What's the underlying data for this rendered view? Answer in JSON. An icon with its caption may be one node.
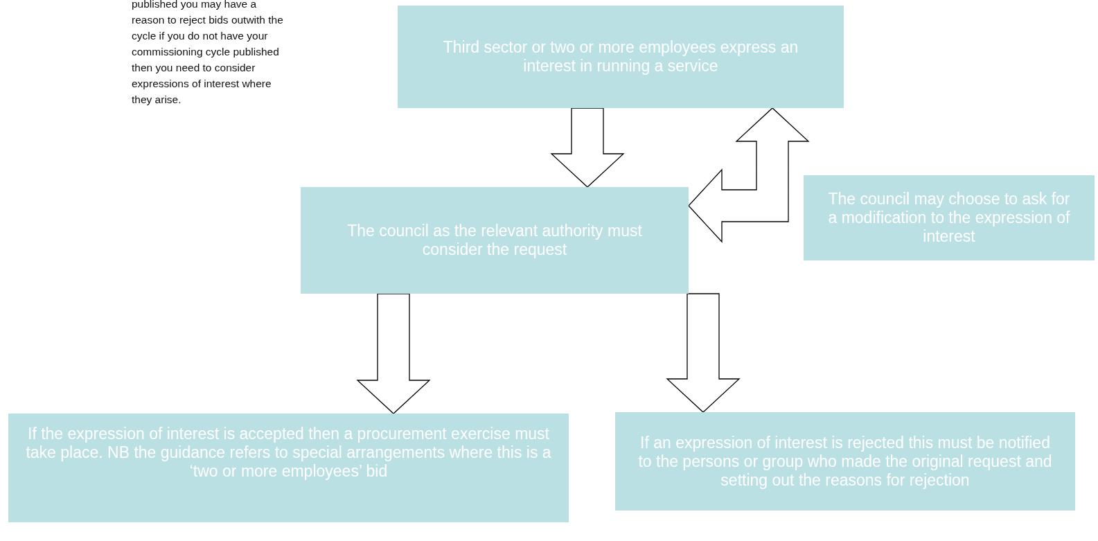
{
  "diagram": {
    "nodes": [
      {
        "text": [
          "Third sector or two or more employees express an interest in running a service"
        ]
      },
      {
        "text": [
          "The council as the relevant authority must consider the request"
        ]
      },
      {
        "text": [
          "The council may choose to ask for a modification to the expression of interest"
        ]
      },
      {
        "text": [
          "If the expression of interest is accepted then a procurement exercise must take place. NB the guidance refers to special arrangements where this is a ‘two or more employees’ bid"
        ]
      },
      {
        "text": [
          "If an expression of interest is rejected this must be notified to the persons or group who made the original request and setting out the reasons for rejection"
        ]
      }
    ],
    "edges": [
      {
        "from": 0,
        "to": 1,
        "arrow": "to"
      },
      {
        "from": 1,
        "to": 0,
        "arrow": "both"
      },
      {
        "from": 1,
        "to": 3,
        "arrow": "to"
      },
      {
        "from": 1,
        "to": 4,
        "arrow": "to"
      }
    ],
    "labels": [
      "published you may have a reason to reject bids outwith the cycle if you do not have your commissioning cycle published then you need to consider expressions of interest where they arise."
    ]
  }
}
